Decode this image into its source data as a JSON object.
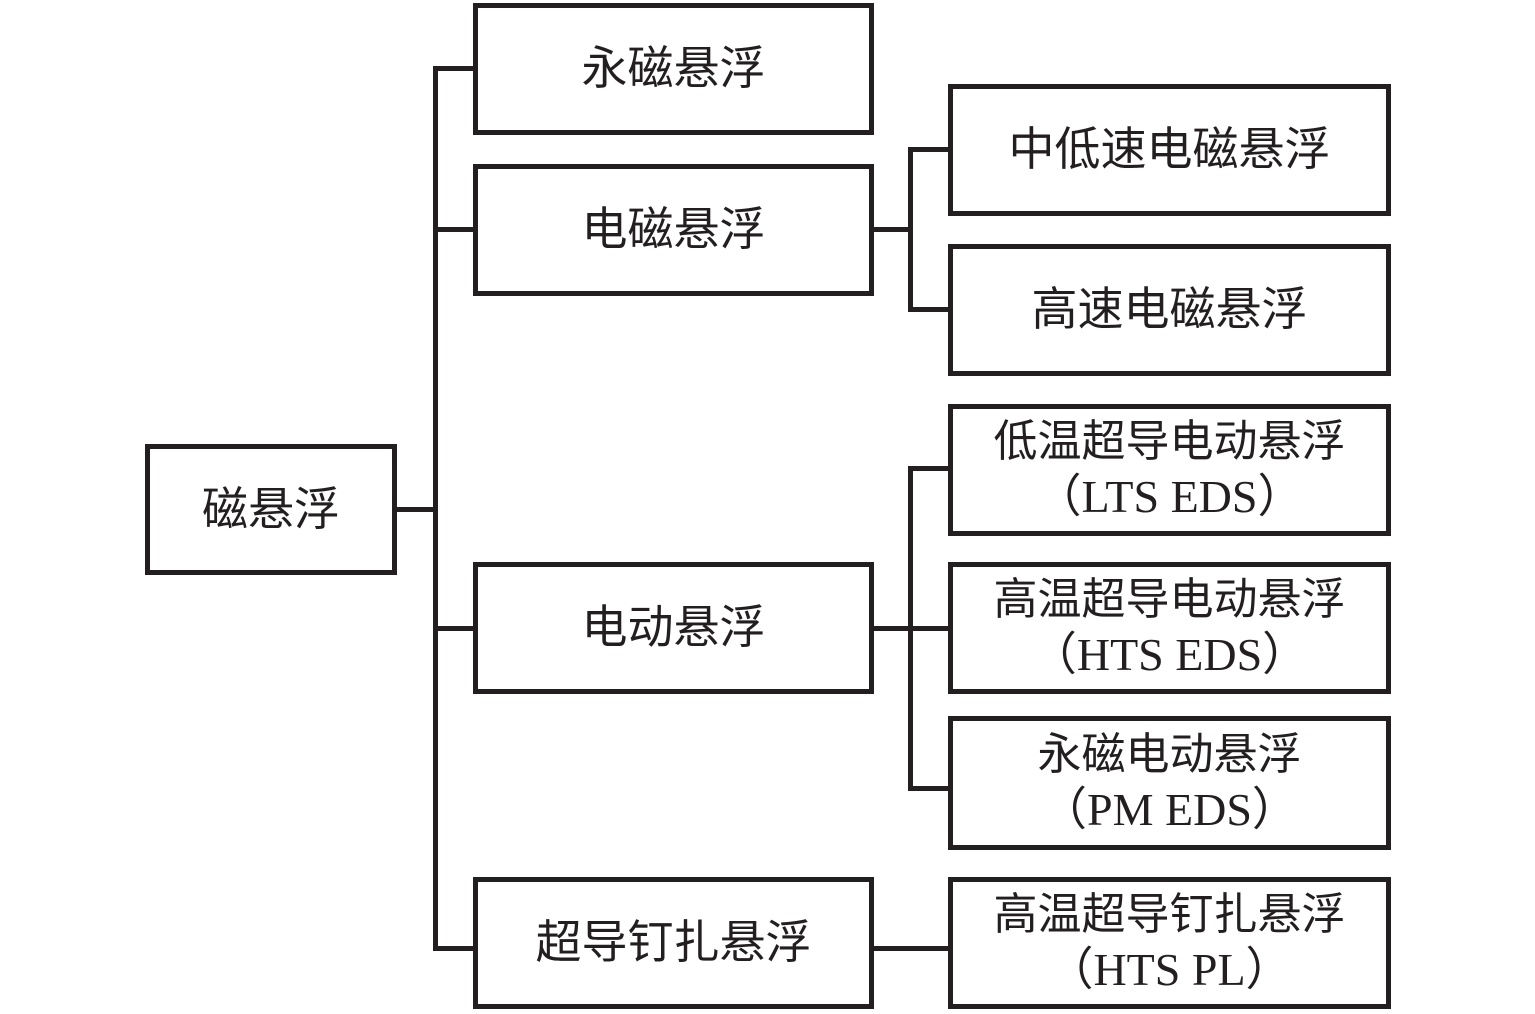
{
  "diagram": {
    "stroke_color": "#231f20",
    "root": {
      "label": "磁悬浮"
    },
    "level1": [
      {
        "label": "永磁悬浮"
      },
      {
        "label": "电磁悬浮"
      },
      {
        "label": "电动悬浮"
      },
      {
        "label": "超导钉扎悬浮"
      }
    ],
    "level2": {
      "electromagnetic": [
        {
          "label": "中低速电磁悬浮"
        },
        {
          "label": "高速电磁悬浮"
        }
      ],
      "electrodynamic": [
        {
          "label": "低温超导电动悬浮",
          "sub": "（LTS EDS）"
        },
        {
          "label": "高温超导电动悬浮",
          "sub": "（HTS EDS）"
        },
        {
          "label": "永磁电动悬浮",
          "sub": "（PM EDS）"
        }
      ],
      "pinning": [
        {
          "label": "高温超导钉扎悬浮",
          "sub": "（HTS PL）"
        }
      ]
    }
  }
}
